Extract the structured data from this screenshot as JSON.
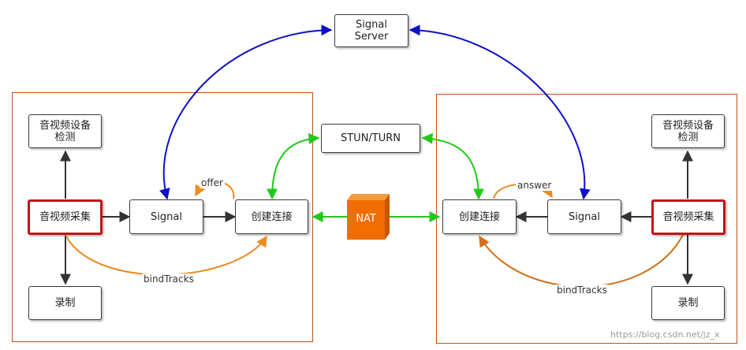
{
  "server": "Signal\nServer",
  "stun": "STUN/TURN",
  "nat": "NAT",
  "left": {
    "detect": "音视频设备\n检测",
    "capture": "音视频采集",
    "signal": "Signal",
    "connect": "创建连接",
    "record": "录制",
    "offer": "offer",
    "bind": "bindTracks"
  },
  "right": {
    "detect": "音视频设备\n检测",
    "capture": "音视频采集",
    "signal": "Signal",
    "connect": "创建连接",
    "record": "录制",
    "answer": "answer",
    "bind": "bindTracks"
  },
  "watermark": "https://blog.csdn.net/jz_x",
  "colors": {
    "blue": "#1010c8",
    "green": "#22c81a",
    "orange": "#f08a1e",
    "frame": "#c0501a",
    "red": "#c0141a",
    "nat": "#f26d00"
  }
}
